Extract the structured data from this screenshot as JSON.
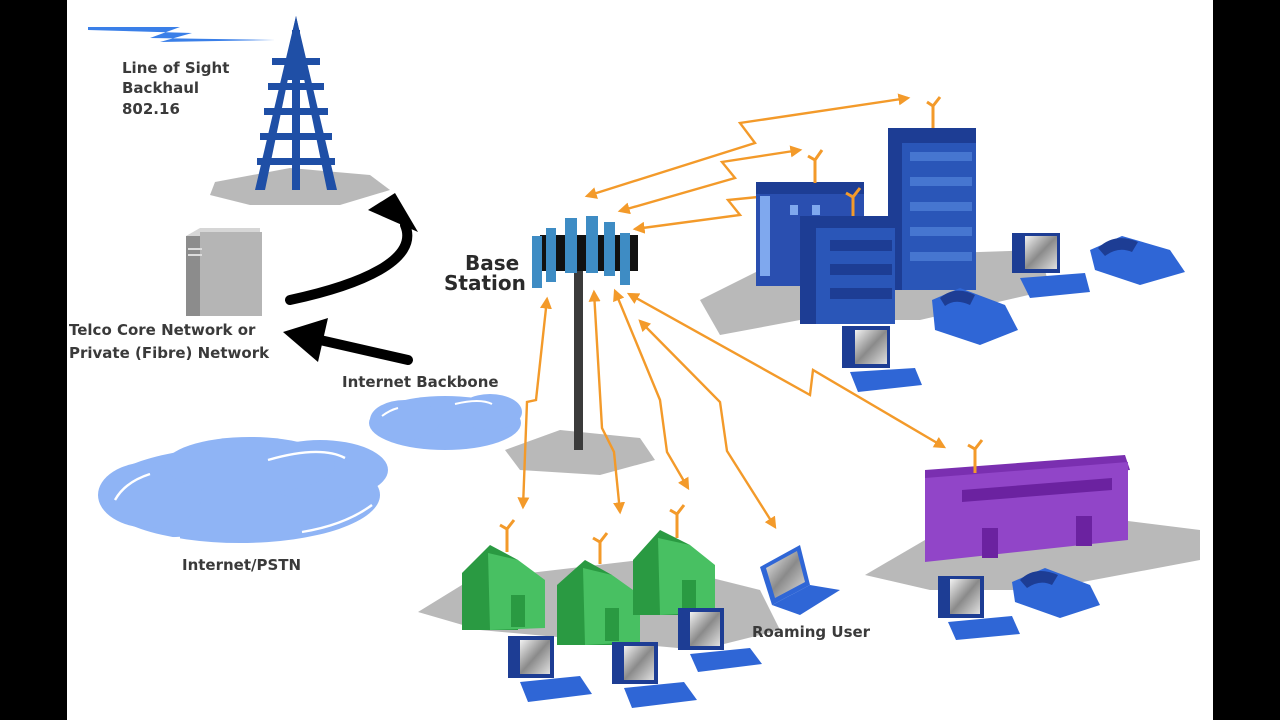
{
  "diagram": {
    "title": "WiMAX network topology",
    "labels": {
      "backhaul_line1": "Line of Sight",
      "backhaul_line2": "Backhaul",
      "backhaul_line3": "802.16",
      "core_line1": "Telco Core Network or",
      "core_line2": "Private (Fibre) Network",
      "internet_backbone": "Internet Backbone",
      "internet_pstn": "Internet/PSTN",
      "base_station_line1": "Base",
      "base_station_line2": "Station",
      "roaming_user": "Roaming User"
    },
    "nodes": [
      {
        "id": "backhaul-tower",
        "type": "tower"
      },
      {
        "id": "core-server",
        "type": "server"
      },
      {
        "id": "base-station",
        "type": "base-station"
      },
      {
        "id": "internet-backbone-cloud",
        "type": "cloud"
      },
      {
        "id": "internet-pstn-cloud",
        "type": "cloud"
      },
      {
        "id": "office-buildings",
        "type": "buildings",
        "count": 3
      },
      {
        "id": "homes",
        "type": "house",
        "count": 3
      },
      {
        "id": "roaming-laptop",
        "type": "laptop"
      },
      {
        "id": "purple-business",
        "type": "building"
      }
    ],
    "colors": {
      "link": "#f39a2a",
      "tower": "#1f4fa6",
      "building": "#2a56b8",
      "house": "#3fb55a",
      "business": "#8a3fc0",
      "cloud": "#8fb4f5",
      "shadow": "#b9b9b9",
      "arrow": "#000000"
    }
  }
}
